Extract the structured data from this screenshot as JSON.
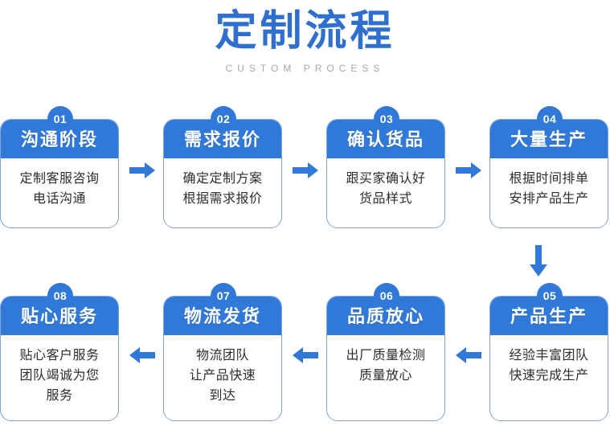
{
  "header": {
    "title": "定制流程",
    "subtitle": "CUSTOM PROCESS"
  },
  "colors": {
    "accent": "#3179d8",
    "title": "#2f6fd0",
    "card_border": "#7ea4dd",
    "body_text": "#2d2d2d",
    "subtitle": "#a8a8a8",
    "background": "#ffffff"
  },
  "flow": {
    "top_row": [
      {
        "number": "01",
        "heading": "沟通阶段",
        "body": "定制客服咨询\n电话沟通"
      },
      {
        "number": "02",
        "heading": "需求报价",
        "body": "确定定制方案\n根据需求报价"
      },
      {
        "number": "03",
        "heading": "确认货品",
        "body": "跟买家确认好\n货品样式"
      },
      {
        "number": "04",
        "heading": "大量生产",
        "body": "根据时间排单\n安排产品生产"
      }
    ],
    "bottom_row": [
      {
        "number": "08",
        "heading": "贴心服务",
        "body": "贴心客户服务\n团队竭诚为您\n服务"
      },
      {
        "number": "07",
        "heading": "物流发货",
        "body": "物流团队\n让产品快速\n到达"
      },
      {
        "number": "06",
        "heading": "品质放心",
        "body": "出厂质量检测\n质量放心"
      },
      {
        "number": "05",
        "heading": "产品生产",
        "body": "经验丰富团队\n快速完成生产"
      }
    ],
    "arrows": {
      "top_direction": "right",
      "bottom_direction": "left",
      "connector_direction": "down"
    }
  }
}
